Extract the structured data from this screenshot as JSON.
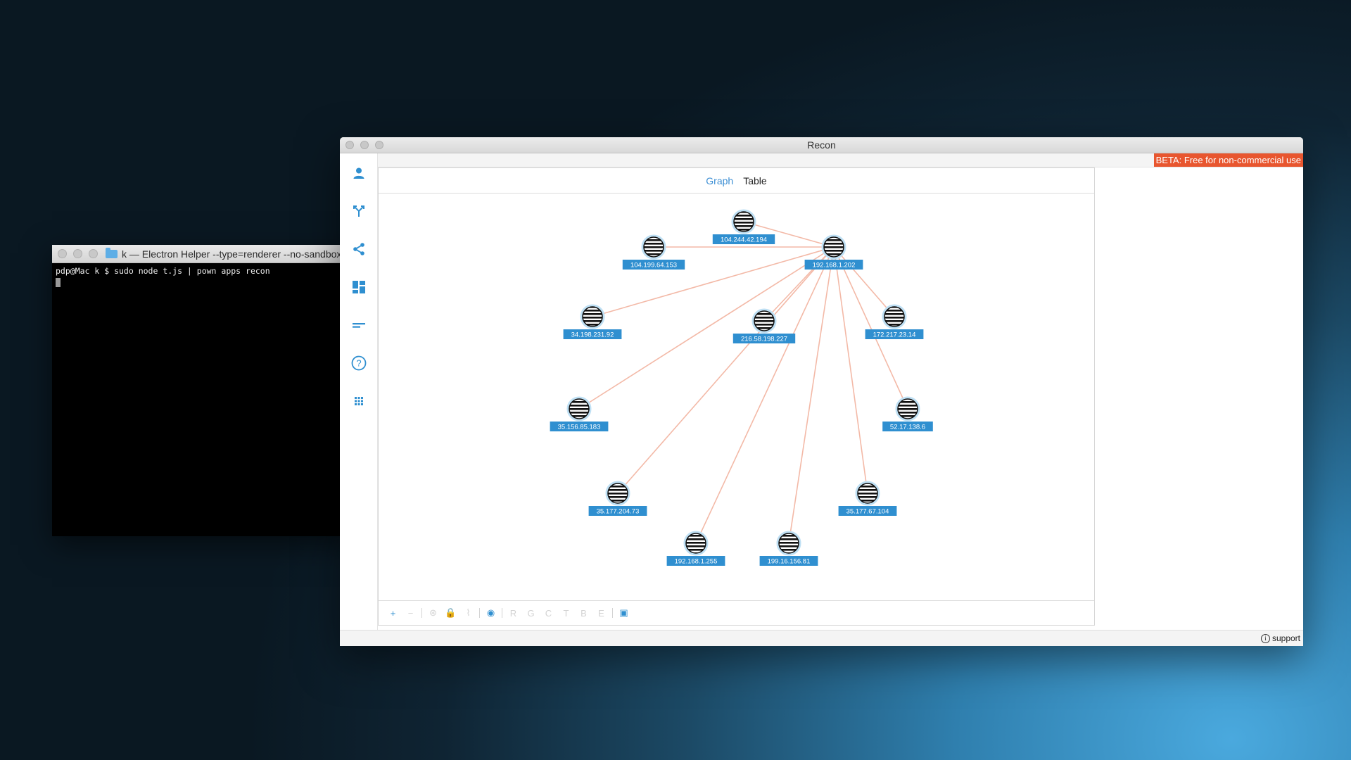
{
  "terminal": {
    "title": "k — Electron Helper --type=renderer --no-sandbox",
    "command": "pdp@Mac k $ sudo node t.js | pown apps recon"
  },
  "recon": {
    "title": "Recon",
    "beta_badge": "BETA: Free for non-commercial use",
    "tabs": [
      {
        "label": "Graph",
        "active": true
      },
      {
        "label": "Table",
        "active": false
      }
    ],
    "sidebar_icons": [
      "user-icon",
      "fork-icon",
      "share-icon",
      "dashboard-icon",
      "list-icon",
      "help-icon",
      "apps-grid-icon"
    ],
    "support_label": "support",
    "colors": {
      "accent": "#2f8fd0",
      "edge": "#f3b9a7",
      "beta": "#e8562f"
    },
    "graph": {
      "nodes": [
        {
          "id": "n0",
          "label": "104.244.42.194"
        },
        {
          "id": "n1",
          "label": "104.199.64.153"
        },
        {
          "id": "n2",
          "label": "192.168.1.202"
        },
        {
          "id": "n3",
          "label": "34.198.231.92"
        },
        {
          "id": "n4",
          "label": "216.58.198.227"
        },
        {
          "id": "n5",
          "label": "172.217.23.14"
        },
        {
          "id": "n6",
          "label": "35.156.85.183"
        },
        {
          "id": "n7",
          "label": "52.17.138.6"
        },
        {
          "id": "n8",
          "label": "35.177.204.73"
        },
        {
          "id": "n9",
          "label": "35.177.67.104"
        },
        {
          "id": "n10",
          "label": "192.168.1.255"
        },
        {
          "id": "n11",
          "label": "199.16.156.81"
        }
      ],
      "edges": [
        [
          "n2",
          "n0"
        ],
        [
          "n2",
          "n1"
        ],
        [
          "n2",
          "n3"
        ],
        [
          "n2",
          "n4"
        ],
        [
          "n2",
          "n5"
        ],
        [
          "n2",
          "n6"
        ],
        [
          "n2",
          "n7"
        ],
        [
          "n2",
          "n8"
        ],
        [
          "n2",
          "n9"
        ],
        [
          "n2",
          "n10"
        ],
        [
          "n2",
          "n11"
        ]
      ]
    },
    "toolbar": [
      {
        "name": "zoom-in-icon",
        "glyph": "+",
        "active": true
      },
      {
        "name": "zoom-out-icon",
        "glyph": "−",
        "active": false
      },
      {
        "sep": true
      },
      {
        "name": "node-icon",
        "glyph": "⊛",
        "active": false
      },
      {
        "name": "lock-icon",
        "glyph": "🔒",
        "active": false
      },
      {
        "name": "path-icon",
        "glyph": "⌇",
        "active": false
      },
      {
        "sep": true
      },
      {
        "name": "fit-icon",
        "glyph": "◉",
        "active": true
      },
      {
        "sep": true
      },
      {
        "name": "layout-r-icon",
        "glyph": "R",
        "active": false
      },
      {
        "name": "layout-g-icon",
        "glyph": "G",
        "active": false
      },
      {
        "name": "layout-c-icon",
        "glyph": "C",
        "active": false
      },
      {
        "name": "layout-t-icon",
        "glyph": "T",
        "active": false
      },
      {
        "name": "layout-b-icon",
        "glyph": "B",
        "active": false
      },
      {
        "name": "layout-e-icon",
        "glyph": "E",
        "active": false
      },
      {
        "sep": true
      },
      {
        "name": "image-icon",
        "glyph": "▣",
        "active": true
      }
    ]
  }
}
